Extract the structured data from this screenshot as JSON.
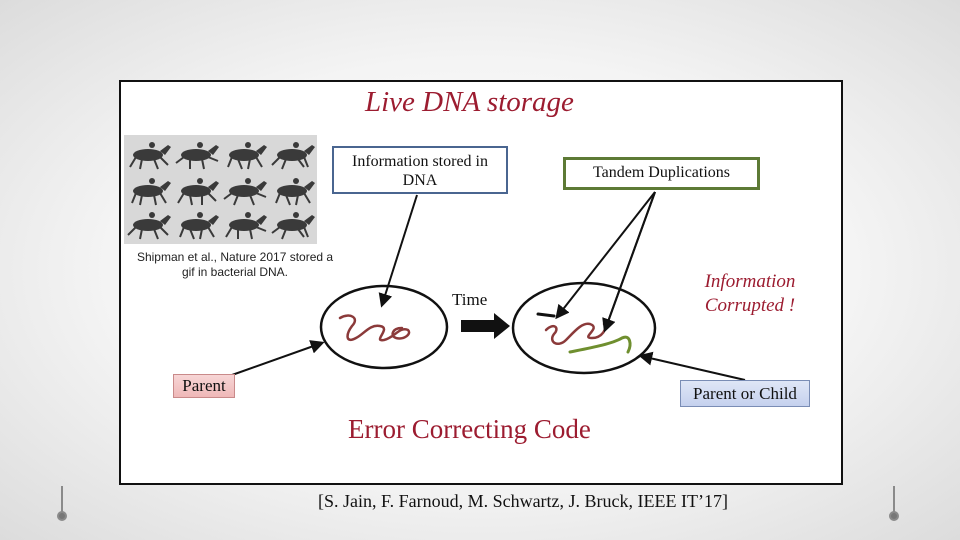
{
  "slide": {
    "title": "Live DNA storage",
    "info_box": "Information stored in DNA",
    "tandem_box": "Tandem Duplications",
    "horses_caption": "Shipman et al., Nature 2017 stored a gif in bacterial DNA.",
    "time_label": "Time",
    "corrupted_label": "Information Corrupted !",
    "parent_label": "Parent",
    "parent_child_label": "Parent or Child",
    "ecc_label": "Error Correcting Code",
    "reference": "[S. Jain, F. Farnoud, M. Schwartz, J. Bruck, IEEE IT’17]"
  },
  "colors": {
    "title": "#9c1c30",
    "info_border": "#4a6590",
    "tandem_border": "#5d7a35",
    "dna_strand": "#8b3a3a",
    "duplicate_strand": "#6f8f2f",
    "arrow": "#111111"
  },
  "icons": [
    "horse-animation-frames",
    "dna-strand-icon",
    "bacterium-cell-icon"
  ]
}
